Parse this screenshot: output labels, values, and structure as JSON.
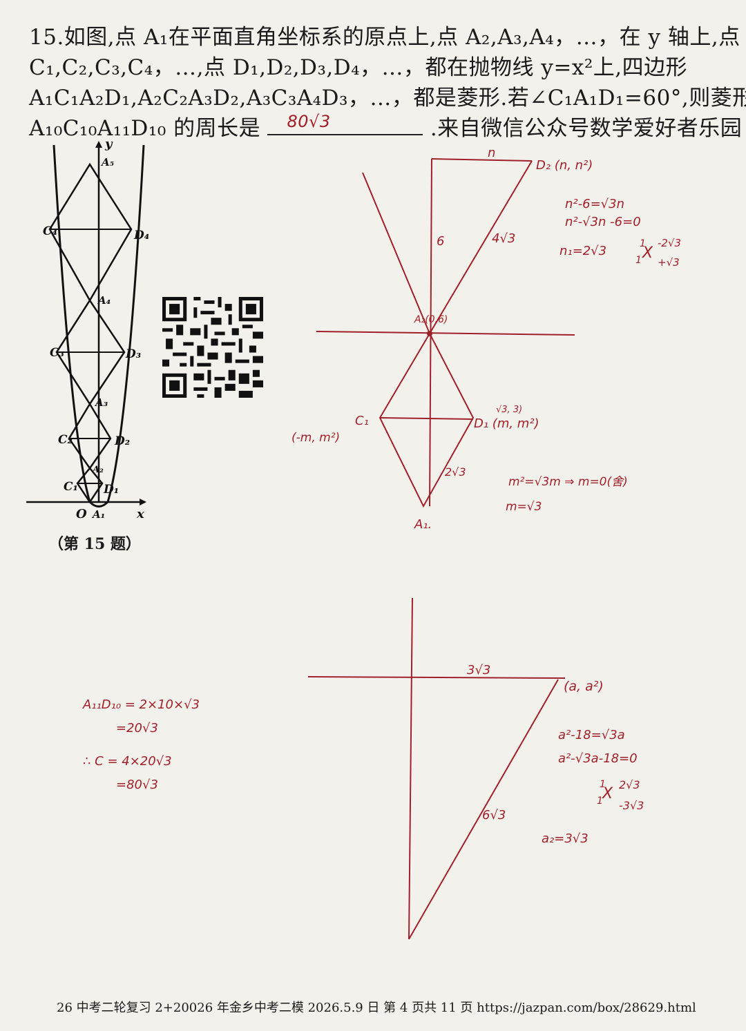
{
  "question": {
    "line1": "15.如图,点 A₁在平面直角坐标系的原点上,点 A₂,A₃,A₄，…，在 y 轴上,点",
    "line2": "C₁,C₂,C₃,C₄，…,点 D₁,D₂,D₃,D₄，…，都在抛物线 y=x²上,四边形",
    "line3": "A₁C₁A₂D₁,A₂C₂A₃D₂,A₃C₃A₄D₃，…，都是菱形.若∠C₁A₁D₁=60°,则菱形",
    "line4_prefix": "A₁₀C₁₀A₁₁D₁₀ 的周长是",
    "answer": "80√3",
    "line4_suffix": ".来自微信公众号数学爱好者乐园"
  },
  "figure": {
    "caption": "（第 15 题）",
    "labels": {
      "y": "y",
      "x": "x",
      "o": "O",
      "a1": "A₁",
      "a2": "A₂",
      "a3": "A₃",
      "a4": "A₄",
      "a5": "A₅",
      "c1": "C₁",
      "c2": "C₂",
      "c3": "C₃",
      "c4": "C₄",
      "d1": "D₁",
      "d2": "D₂",
      "d3": "D₃",
      "d4": "D₄"
    }
  },
  "notes": {
    "top_sketch": {
      "n_top": "n",
      "d2": "D₂ (n, n²)",
      "side_6": "6",
      "side_4r3": "4√3",
      "eq1": "n²-6=√3n",
      "eq2": "n²-√3n -6=0",
      "n1": "n₁=2√3",
      "cross_a": "1",
      "cross_b": "1",
      "cross_c": "-2√3",
      "cross_d": "+√3",
      "a2": "A₂(0,6)"
    },
    "mid_sketch": {
      "c1": "C₁",
      "c1_coord": "(-m, m²)",
      "d1_vals": "√3, 3)",
      "d1": "D₁ (m, m²)",
      "side": "2√3",
      "eq": "m²=√3m ⇒ m=0(舍)",
      "m": "m=√3",
      "a1": "A₁."
    },
    "bottom_sketch": {
      "top": "3√3",
      "point": "(a, a²)",
      "eq1": "a²-18=√3a",
      "eq2": "a²-√3a-18=0",
      "cross_a": "1",
      "cross_b": "1",
      "cross_c": "2√3",
      "cross_d": "-3√3",
      "side": "6√3",
      "sol": "a₂=3√3"
    },
    "left_calc": {
      "l1": "A₁₁D₁₀ = 2×10×√3",
      "l2": "=20√3",
      "l3": "∴ C = 4×20√3",
      "l4": "=80√3"
    }
  },
  "footer": "26 中考二轮复习 2+20026 年金乡中考二模 2026.5.9 日 第 4 页共 11 页  https://jazpan.com/box/28629.html",
  "colors": {
    "ink": "#1a1a1a",
    "red_ink": "#a0202a",
    "paper": "#f3f1ec"
  }
}
